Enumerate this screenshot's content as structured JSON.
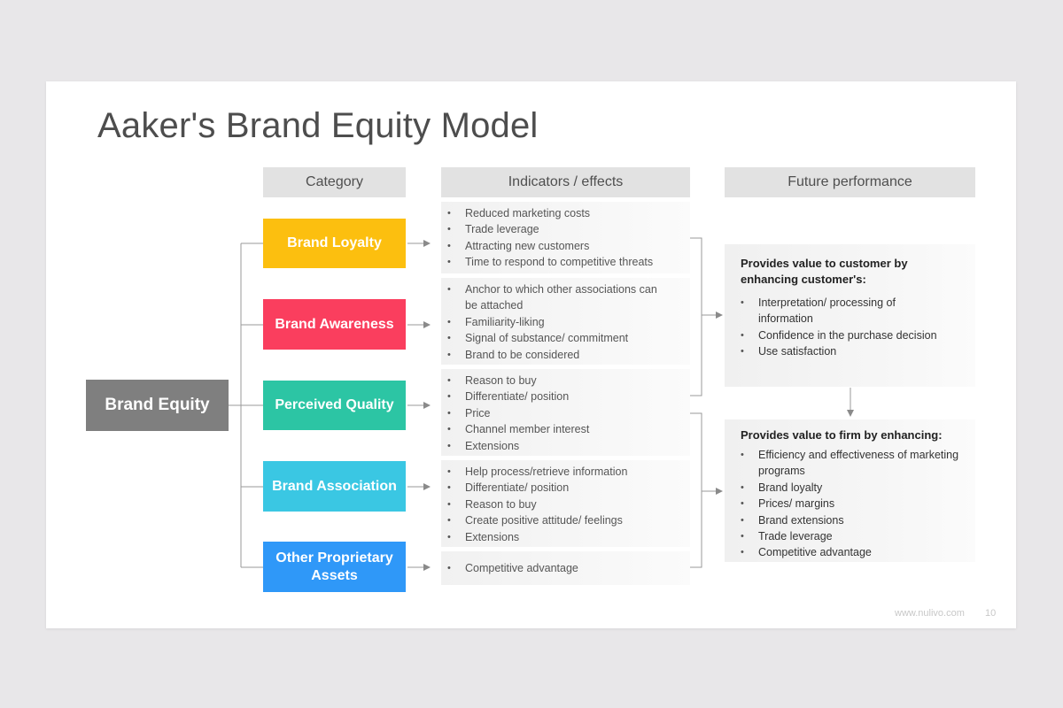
{
  "title": "Aaker's Brand Equity Model",
  "headers": {
    "category": "Category",
    "indicators": "Indicators / effects",
    "performance": "Future performance"
  },
  "root": {
    "label": "Brand Equity",
    "color": "#7f7f7f"
  },
  "categories": [
    {
      "label": "Brand Loyalty",
      "color": "#fcbf0f",
      "indicators": [
        "Reduced marketing costs",
        "Trade leverage",
        "Attracting new customers",
        "Time to respond to competitive threats"
      ]
    },
    {
      "label": "Brand Awareness",
      "color": "#fa3e5e",
      "indicators": [
        "Anchor to which other associations can be attached",
        "Familiarity-liking",
        "Signal of substance/ commitment",
        "Brand to be considered"
      ]
    },
    {
      "label": "Perceived Quality",
      "color": "#2cc5a4",
      "indicators": [
        "Reason to buy",
        "Differentiate/ position",
        "Price",
        "Channel member interest",
        "Extensions"
      ]
    },
    {
      "label": "Brand Association",
      "color": "#3ac7e3",
      "indicators": [
        "Help process/retrieve information",
        "Differentiate/ position",
        "Reason to buy",
        "Create positive attitude/ feelings",
        "Extensions"
      ]
    },
    {
      "label": "Other Proprietary Assets",
      "color": "#2f98f8",
      "indicators": [
        "Competitive advantage"
      ]
    }
  ],
  "performance": {
    "customer": {
      "title": "Provides value to customer by enhancing customer's:",
      "items": [
        "Interpretation/ processing of information",
        "Confidence in the purchase decision",
        "Use satisfaction"
      ]
    },
    "firm": {
      "title": "Provides value to firm by enhancing:",
      "items": [
        "Efficiency and effectiveness of marketing programs",
        "Brand loyalty",
        "Prices/ margins",
        "Brand extensions",
        "Trade leverage",
        "Competitive advantage"
      ]
    }
  },
  "footer": {
    "url": "www.nulivo.com",
    "page": "10"
  }
}
